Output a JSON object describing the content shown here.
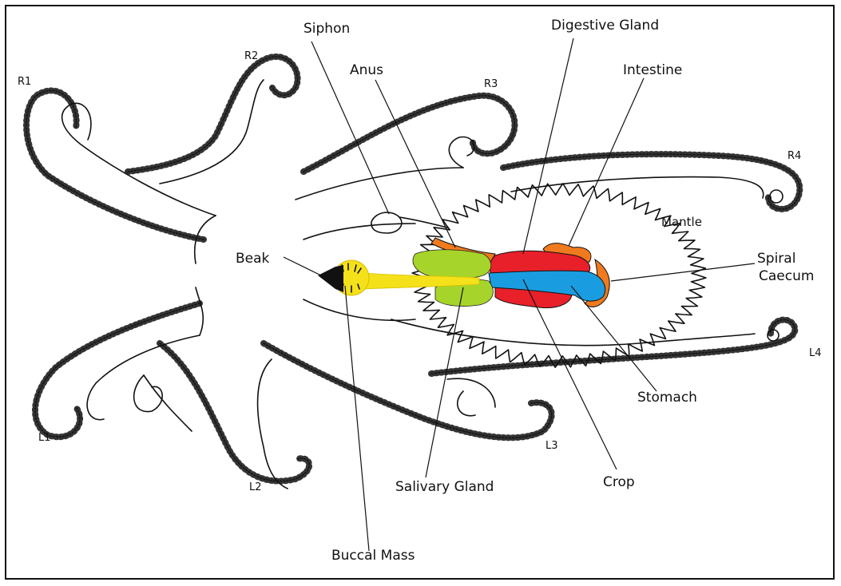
{
  "labels": {
    "siphon": "Siphon",
    "digestive_gland": "Digestive Gland",
    "anus": "Anus",
    "intestine": "Intestine",
    "mantle": "Mantle",
    "beak": "Beak",
    "spiral_caecum_1": "Spiral",
    "spiral_caecum_2": "Caecum",
    "stomach": "Stomach",
    "salivary_gland": "Salivary Gland",
    "crop": "Crop",
    "buccal_mass": "Buccal Mass",
    "arms": {
      "r1": "R1",
      "r2": "R2",
      "r3": "R3",
      "r4": "R4",
      "l1": "L1",
      "l2": "L2",
      "l3": "L3",
      "l4": "L4"
    }
  },
  "colors": {
    "digestive_gland": "#e8202a",
    "stomach": "#1a9de0",
    "intestine": "#f07a1e",
    "salivary_gland": "#a6d42a",
    "buccal_mass": "#f5e11a",
    "beak": "#111111"
  }
}
